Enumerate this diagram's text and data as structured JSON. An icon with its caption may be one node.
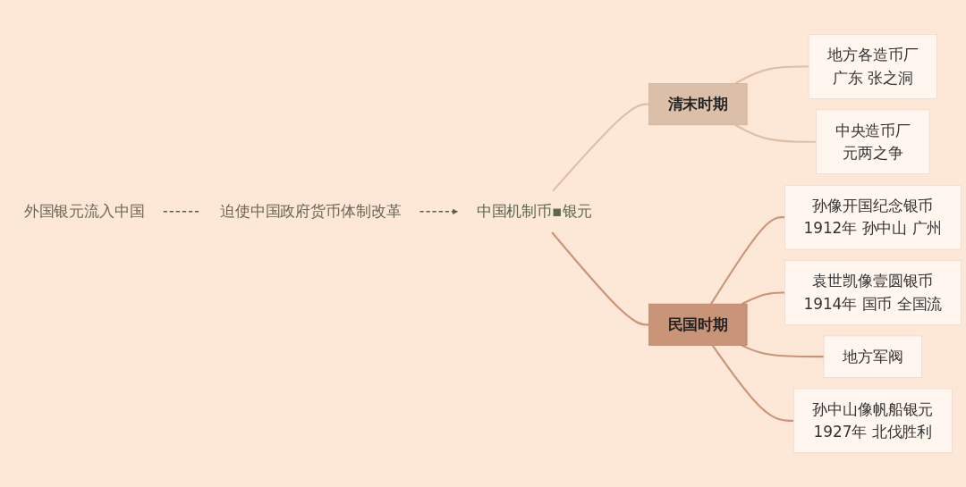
{
  "diagram": {
    "nodes": [
      {
        "text": [
          "外国银元流入中国"
        ]
      },
      {
        "text": [
          "迫使中国政府货币体制改革"
        ]
      },
      {
        "text": [
          "中国机制币▪银元"
        ]
      },
      {
        "text": [
          "清末时期"
        ]
      },
      {
        "text": [
          "地方各造币厂",
          "广东 张之洞"
        ]
      },
      {
        "text": [
          "中央造币厂",
          "元两之争"
        ]
      },
      {
        "text": [
          "民国时期"
        ]
      },
      {
        "text": [
          "孙像开国纪念银币",
          "1912年 孙中山 广州"
        ]
      },
      {
        "text": [
          "袁世凯像壹圆银币",
          "1914年 国币 全国流"
        ]
      },
      {
        "text": [
          "地方军阀"
        ]
      },
      {
        "text": [
          "孙中山像帆船银元",
          "1927年 北伐胜利"
        ]
      }
    ],
    "edges": [
      {
        "from": 0,
        "to": 1,
        "arrow": "none",
        "style": "dashed",
        "color": "#5e5a4c"
      },
      {
        "from": 1,
        "to": 2,
        "arrow": "to",
        "style": "dashed",
        "color": "#5e5a4c"
      },
      {
        "from": 2,
        "to": 3,
        "arrow": "none",
        "color": "#dcbfa8"
      },
      {
        "from": 2,
        "to": 6,
        "arrow": "none",
        "color": "#c99478"
      },
      {
        "from": 3,
        "to": 4,
        "arrow": "none",
        "color": "#dcbfa8"
      },
      {
        "from": 3,
        "to": 5,
        "arrow": "none",
        "color": "#dcbfa8"
      },
      {
        "from": 6,
        "to": 7,
        "arrow": "none",
        "color": "#c99478"
      },
      {
        "from": 6,
        "to": 8,
        "arrow": "none",
        "color": "#c99478"
      },
      {
        "from": 6,
        "to": 9,
        "arrow": "none",
        "color": "#c99478"
      },
      {
        "from": 6,
        "to": 10,
        "arrow": "none",
        "color": "#c99478"
      }
    ]
  }
}
